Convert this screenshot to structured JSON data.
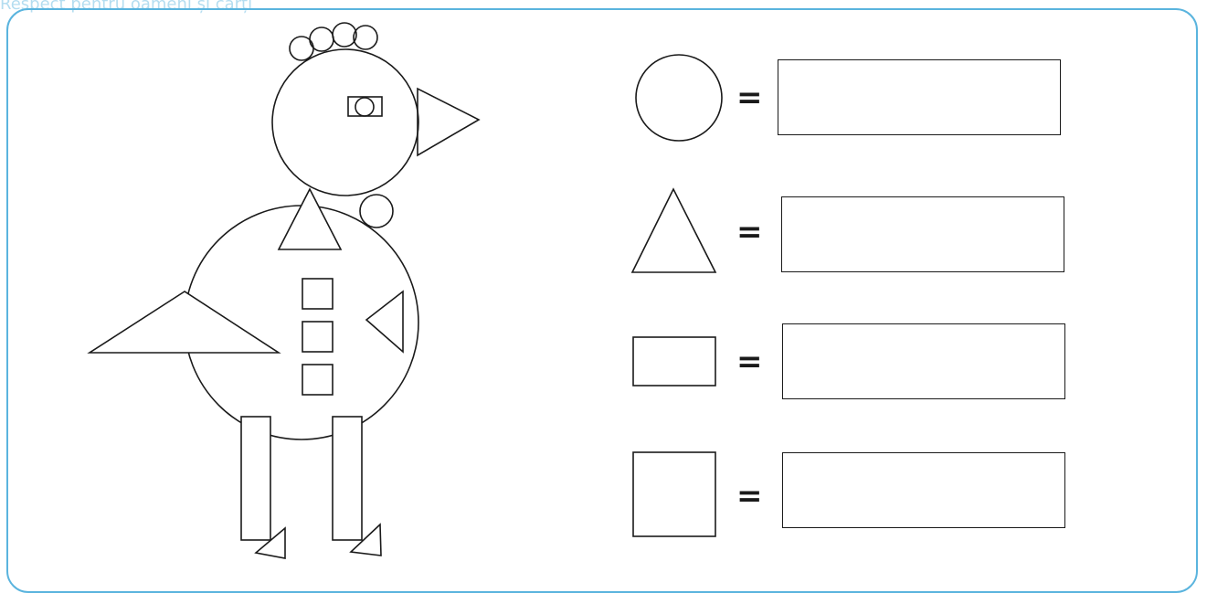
{
  "watermark": {
    "text": "Respect pentru oameni și cărți"
  },
  "colors": {
    "frame": "#5ab4de",
    "ink": "#1a1a1a"
  },
  "legend_rows": [
    {
      "shape": "circle",
      "equals": "=",
      "answer": ""
    },
    {
      "shape": "triangle",
      "equals": "=",
      "answer": ""
    },
    {
      "shape": "rectangle",
      "equals": "=",
      "answer": ""
    },
    {
      "shape": "square",
      "equals": "=",
      "answer": ""
    }
  ]
}
